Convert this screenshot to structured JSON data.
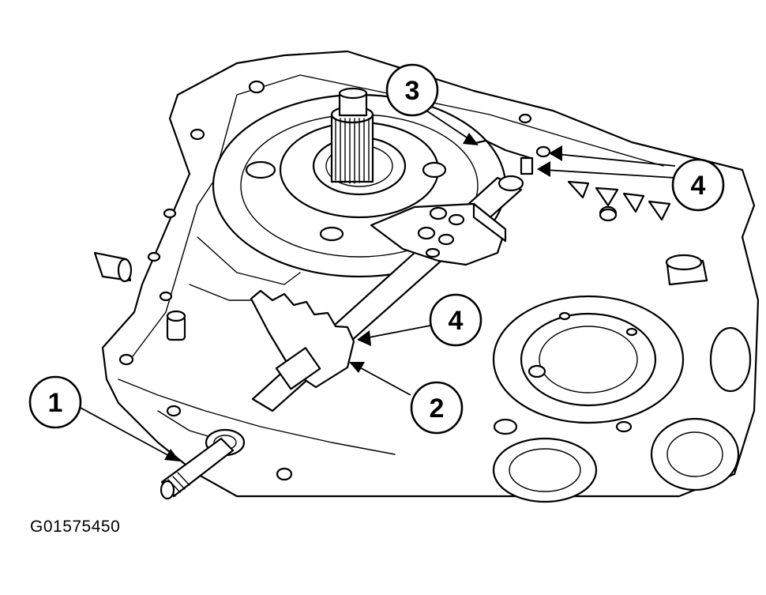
{
  "figure": {
    "id_label": "G01575450",
    "callouts": [
      {
        "key": "c1",
        "text": "1"
      },
      {
        "key": "c2",
        "text": "2"
      },
      {
        "key": "c3",
        "text": "3"
      },
      {
        "key": "c4a",
        "text": "4"
      },
      {
        "key": "c4b",
        "text": "4"
      }
    ]
  }
}
